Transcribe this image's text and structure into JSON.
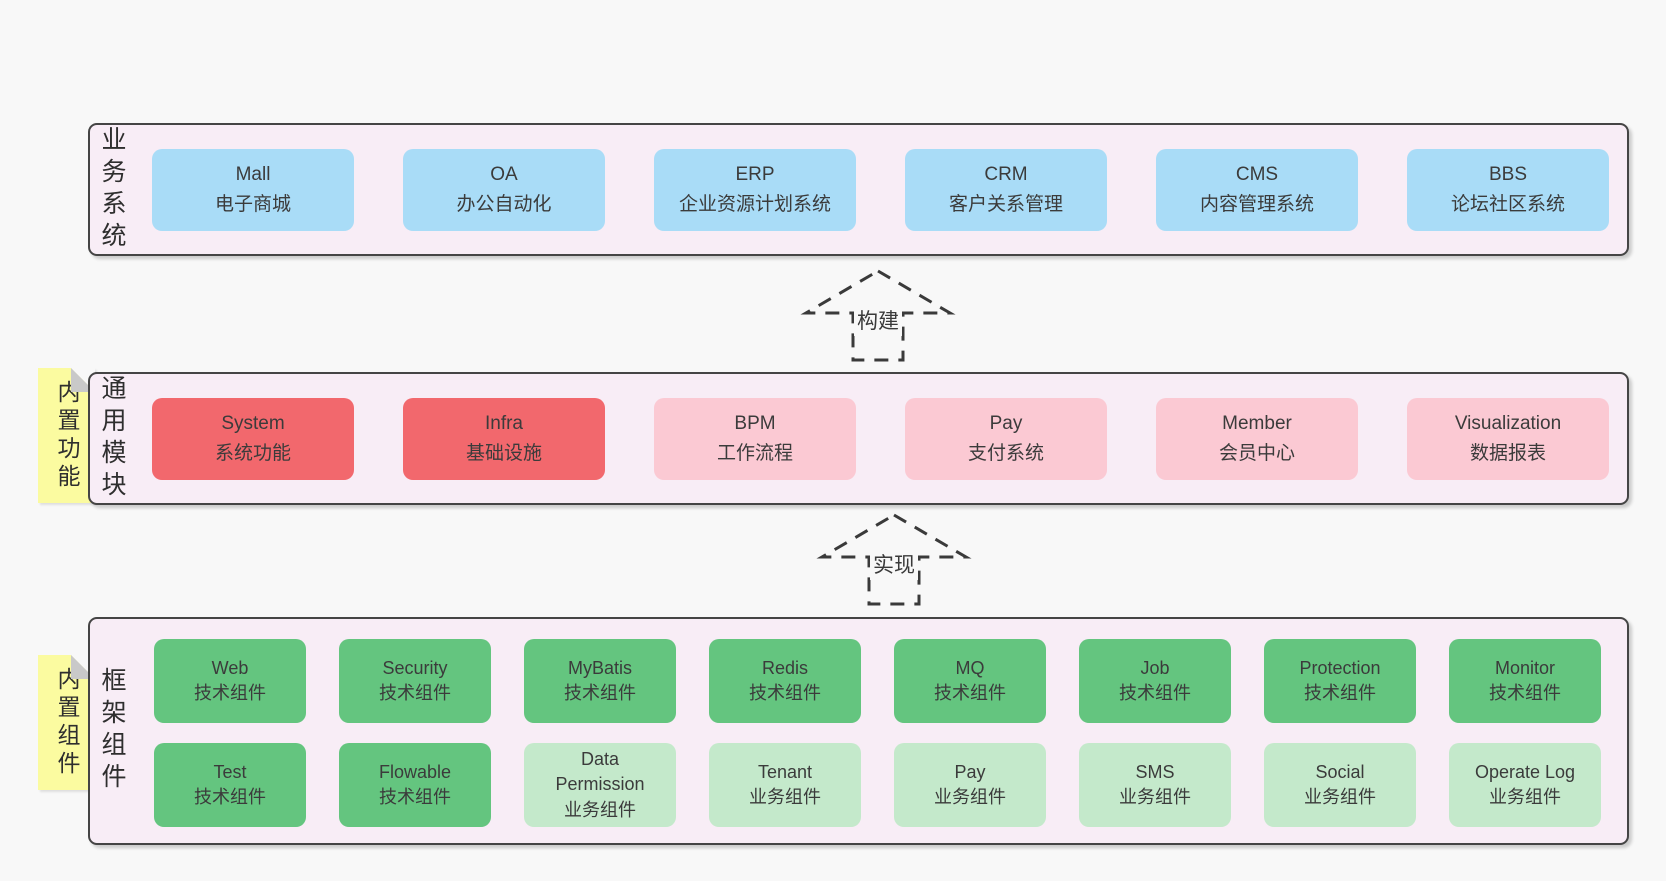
{
  "colors": {
    "page_bg": "#f8f8f8",
    "panel_bg": "#f8edf6",
    "blue": "#a9dcf7",
    "red": "#f2686d",
    "pink": "#fbc9d3",
    "green_dark": "#64c57f",
    "green_light": "#c4e9cb",
    "yellow": "#fbfba0"
  },
  "sections": {
    "business": {
      "label": "业务系统",
      "boxes": [
        {
          "title": "Mall",
          "subtitle": "电子商城"
        },
        {
          "title": "OA",
          "subtitle": "办公自动化"
        },
        {
          "title": "ERP",
          "subtitle": "企业资源计划系统"
        },
        {
          "title": "CRM",
          "subtitle": "客户关系管理"
        },
        {
          "title": "CMS",
          "subtitle": "内容管理系统"
        },
        {
          "title": "BBS",
          "subtitle": "论坛社区系统"
        }
      ]
    },
    "modules": {
      "label": "通用模块",
      "note": "内置功能",
      "boxes": [
        {
          "title": "System",
          "subtitle": "系统功能"
        },
        {
          "title": "Infra",
          "subtitle": "基础设施"
        },
        {
          "title": "BPM",
          "subtitle": "工作流程"
        },
        {
          "title": "Pay",
          "subtitle": "支付系统"
        },
        {
          "title": "Member",
          "subtitle": "会员中心"
        },
        {
          "title": "Visualization",
          "subtitle": "数据报表"
        }
      ]
    },
    "components": {
      "label": "框架组件",
      "note": "内置组件",
      "row1": [
        {
          "title": "Web",
          "subtitle": "技术组件"
        },
        {
          "title": "Security",
          "subtitle": "技术组件"
        },
        {
          "title": "MyBatis",
          "subtitle": "技术组件"
        },
        {
          "title": "Redis",
          "subtitle": "技术组件"
        },
        {
          "title": "MQ",
          "subtitle": "技术组件"
        },
        {
          "title": "Job",
          "subtitle": "技术组件"
        },
        {
          "title": "Protection",
          "subtitle": "技术组件"
        },
        {
          "title": "Monitor",
          "subtitle": "技术组件"
        }
      ],
      "row2": [
        {
          "title": "Test",
          "subtitle": "技术组件"
        },
        {
          "title": "Flowable",
          "subtitle": "技术组件"
        },
        {
          "title": "Data Permission",
          "subtitle": "业务组件"
        },
        {
          "title": "Tenant",
          "subtitle": "业务组件"
        },
        {
          "title": "Pay",
          "subtitle": "业务组件"
        },
        {
          "title": "SMS",
          "subtitle": "业务组件"
        },
        {
          "title": "Social",
          "subtitle": "业务组件"
        },
        {
          "title": "Operate Log",
          "subtitle": "业务组件"
        }
      ]
    }
  },
  "arrows": [
    {
      "label": "构建"
    },
    {
      "label": "实现"
    }
  ]
}
